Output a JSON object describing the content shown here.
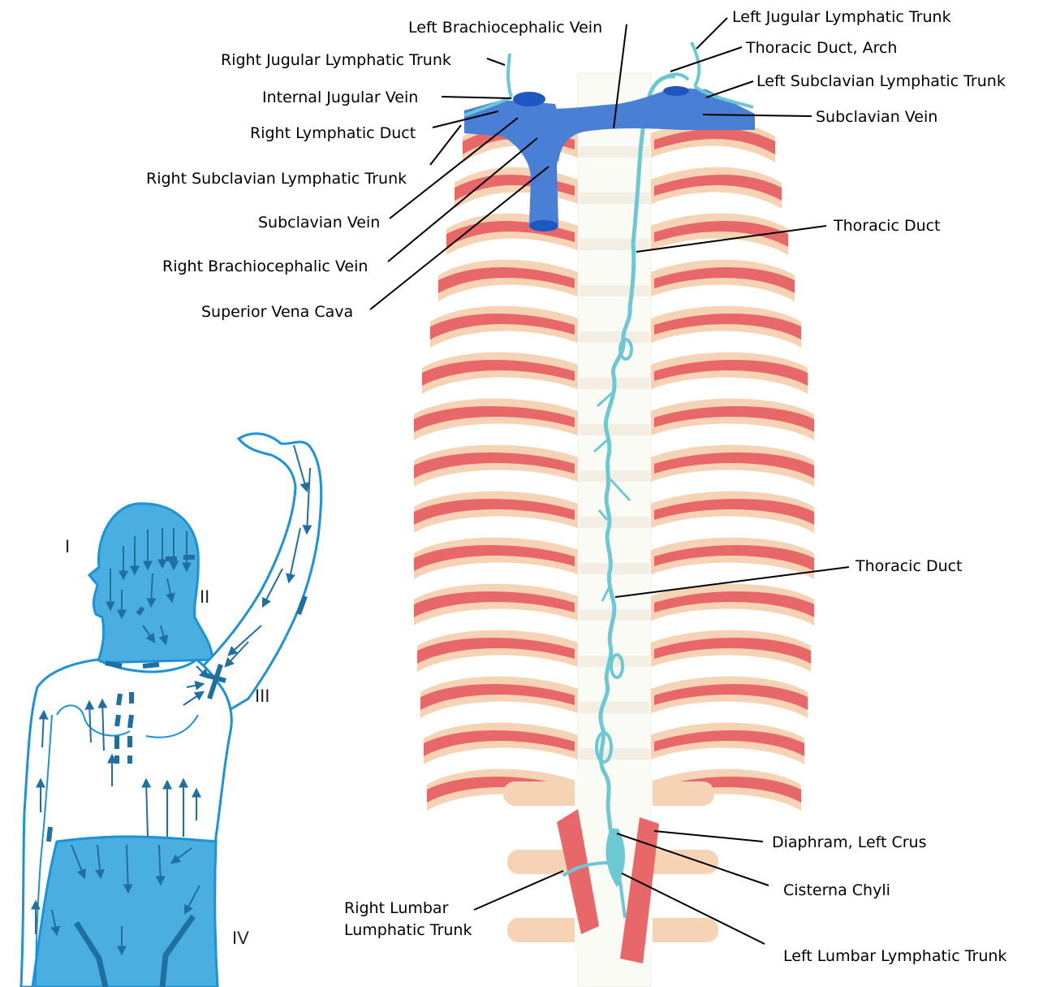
{
  "colors": {
    "rib": "#f6d3b4",
    "muscle": "#e8686a",
    "vein": "#4a7fd6",
    "vein_dark": "#1f57c0",
    "lymph": "#6cc9d4",
    "body_fill": "#4aaee0",
    "body_line": "#1c93d6",
    "arrow": "#1f6fa0",
    "spine": "#fbfbf6"
  },
  "labels": {
    "left_brachiocephalic_vein": "Left Brachiocephalic Vein",
    "right_jugular_lymphatic_trunk": "Right Jugular Lymphatic Trunk",
    "internal_jugular_vein": "Internal Jugular Vein",
    "right_lymphatic_duct": "Right Lymphatic Duct",
    "right_subclavian_lymphatic_trunk": "Right Subclavian Lymphatic Trunk",
    "subclavian_vein_right": "Subclavian Vein",
    "right_brachiocephalic_vein": "Right Brachiocephalic Vein",
    "superior_vena_cava": "Superior Vena Cava",
    "left_jugular_lymphatic_trunk": "Left Jugular Lymphatic Trunk",
    "thoracic_duct_arch": "Thoracic Duct, Arch",
    "left_subclavian_lymphatic_trunk": "Left Subclavian Lymphatic Trunk",
    "subclavian_vein_left": "Subclavian Vein",
    "thoracic_duct_upper": "Thoracic Duct",
    "thoracic_duct_lower": "Thoracic Duct",
    "diaphram_left_crus": "Diaphram, Left Crus",
    "cisterna_chyli": "Cisterna Chyli",
    "right_lumbar_line1": "Right Lumbar",
    "right_lumbar_line2": "Lumphatic Trunk",
    "left_lumbar_lymphatic_trunk": "Left Lumbar Lymphatic Trunk"
  },
  "regions": {
    "I": "I",
    "II": "II",
    "III": "III",
    "IV": "IV"
  }
}
